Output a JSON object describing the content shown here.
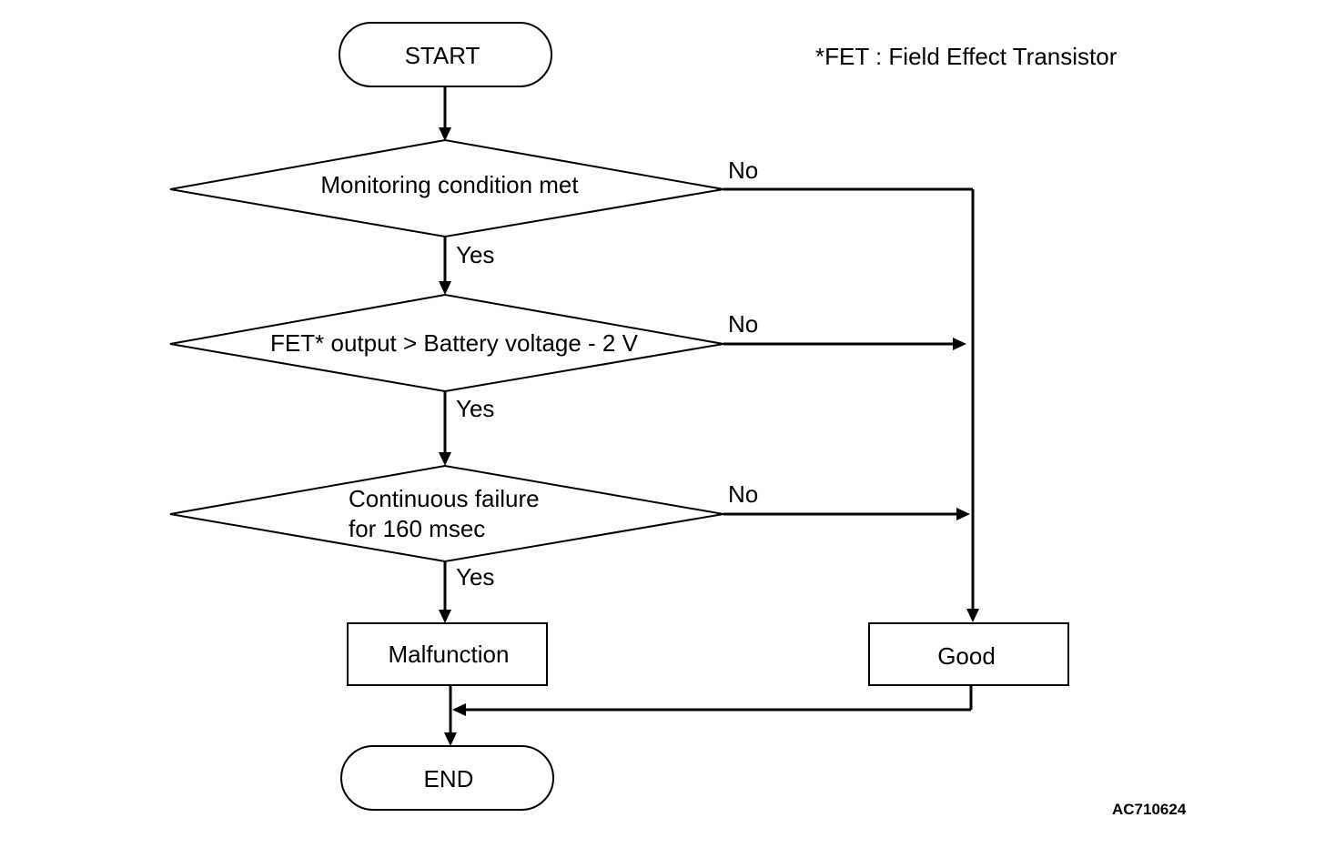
{
  "footnote": "*FET : Field Effect Transistor",
  "figure_code": "AC710624",
  "nodes": {
    "start": "START",
    "decision_1": "Monitoring condition met",
    "decision_2": "FET* output > Battery voltage - 2 V",
    "decision_3_line_1": "Continuous failure",
    "decision_3_line_2": "for 160 msec",
    "malfunction": "Malfunction",
    "good": "Good",
    "end": "END"
  },
  "branches": {
    "yes": "Yes",
    "no": "No"
  }
}
